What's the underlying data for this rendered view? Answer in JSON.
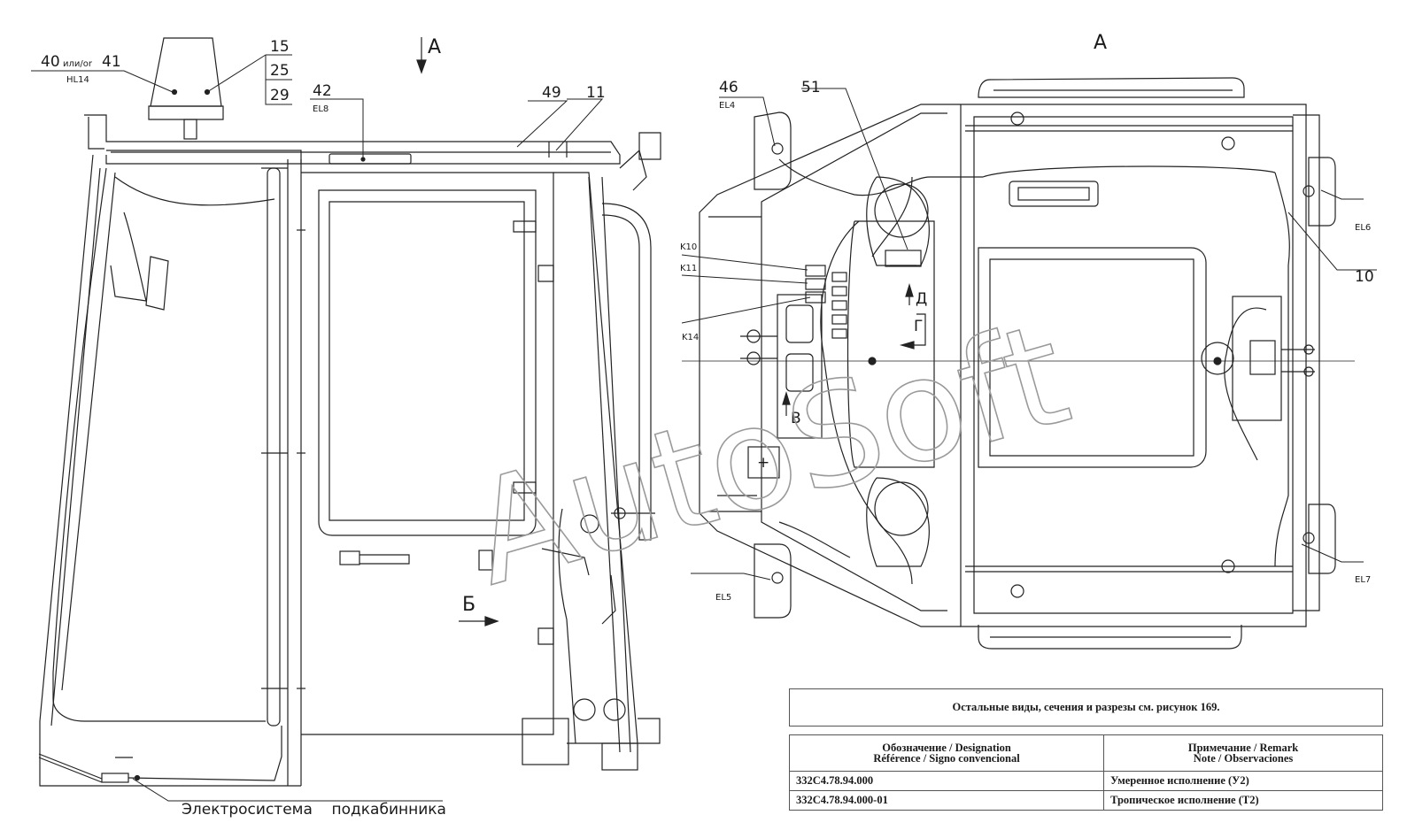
{
  "views": {
    "view_arrow_a": "А",
    "view_title_a": "А",
    "section_b": "Б",
    "section_v": "В",
    "section_g": "Г",
    "section_d": "Д"
  },
  "callouts": {
    "c40": "40",
    "c40_or": "или/or",
    "c41": "41",
    "hl14": "HL14",
    "c15": "15",
    "c25": "25",
    "c29": "29",
    "c42": "42",
    "el8": "EL8",
    "c49": "49",
    "c11": "11",
    "c46": "46",
    "el4": "EL4",
    "c51": "51",
    "k10": "K10",
    "k11": "K11",
    "k14": "K14",
    "el5": "EL5",
    "el6": "EL6",
    "el7": "EL7",
    "c10": "10",
    "plus": "+",
    "subcab": "Электросистема    подкабинника"
  },
  "watermark": "AutoSoft",
  "note": "Остальные виды, сечения и разрезы см. рисунок 169.",
  "table": {
    "header_left_1": "Обозначение / Designation",
    "header_left_2": "Référence / Signo convencional",
    "header_right_1": "Примечание / Remark",
    "header_right_2": "Note / Observaciones",
    "rows": [
      {
        "code": "332С4.78.94.000",
        "remark": "Умеренное исполнение (У2)"
      },
      {
        "code": "332С4.78.94.000-01",
        "remark": "Тропическое исполнение (Т2)"
      }
    ]
  }
}
